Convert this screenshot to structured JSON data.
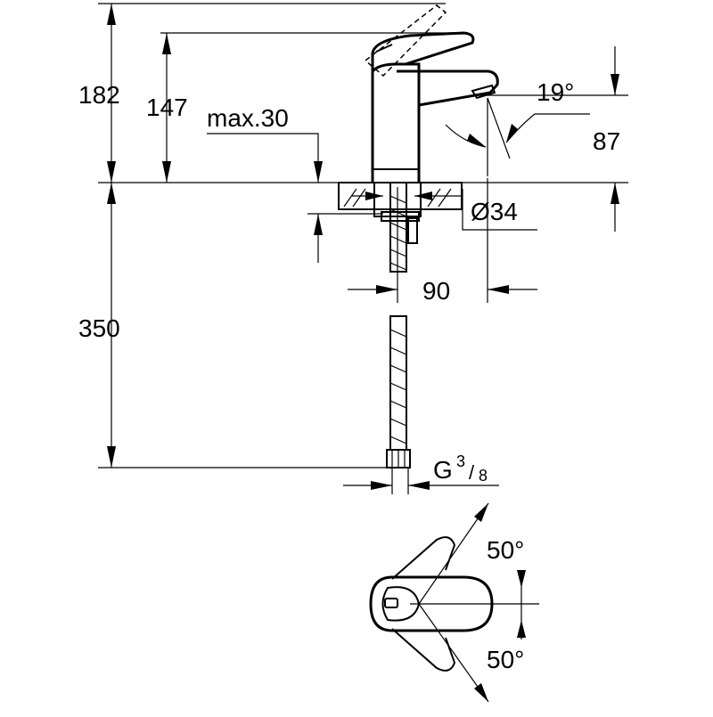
{
  "dimensions": {
    "overall_height": "182",
    "body_height": "147",
    "max_thickness": "max.30",
    "spout_angle": "19°",
    "spout_height": "87",
    "hole_diameter": "Ø34",
    "projection": "90",
    "hose_length": "350",
    "thread_prefix": "G",
    "thread_num": "3",
    "thread_den": "8",
    "lever_angle_top": "50°",
    "lever_angle_bottom": "50°"
  },
  "colors": {
    "line": "#000000",
    "background": "#ffffff"
  }
}
